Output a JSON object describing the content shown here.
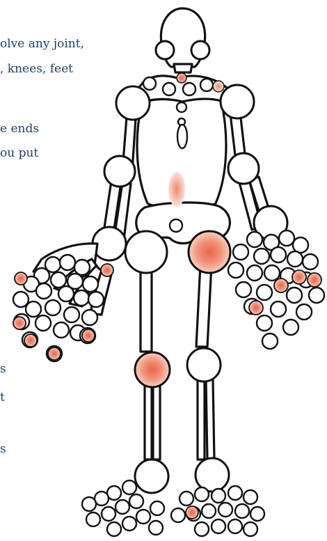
{
  "text_fragments": [
    {
      "text": "olve any joint,"
    },
    {
      "text": ", knees, feet"
    },
    {
      "text": "e ends"
    },
    {
      "text": "ou put"
    },
    {
      "text": "s"
    },
    {
      "text": "t"
    },
    {
      "text": "s"
    }
  ],
  "colors": {
    "text": "#1d3f66",
    "outline": "#111111",
    "bone_fill": "#ffffff",
    "inflamed_center": "#e86a4e",
    "inflamed_edge": "#f6c5b5"
  },
  "icons": {
    "figure": "skeleton-figure",
    "highlight": "inflamed-joint-highlight"
  }
}
